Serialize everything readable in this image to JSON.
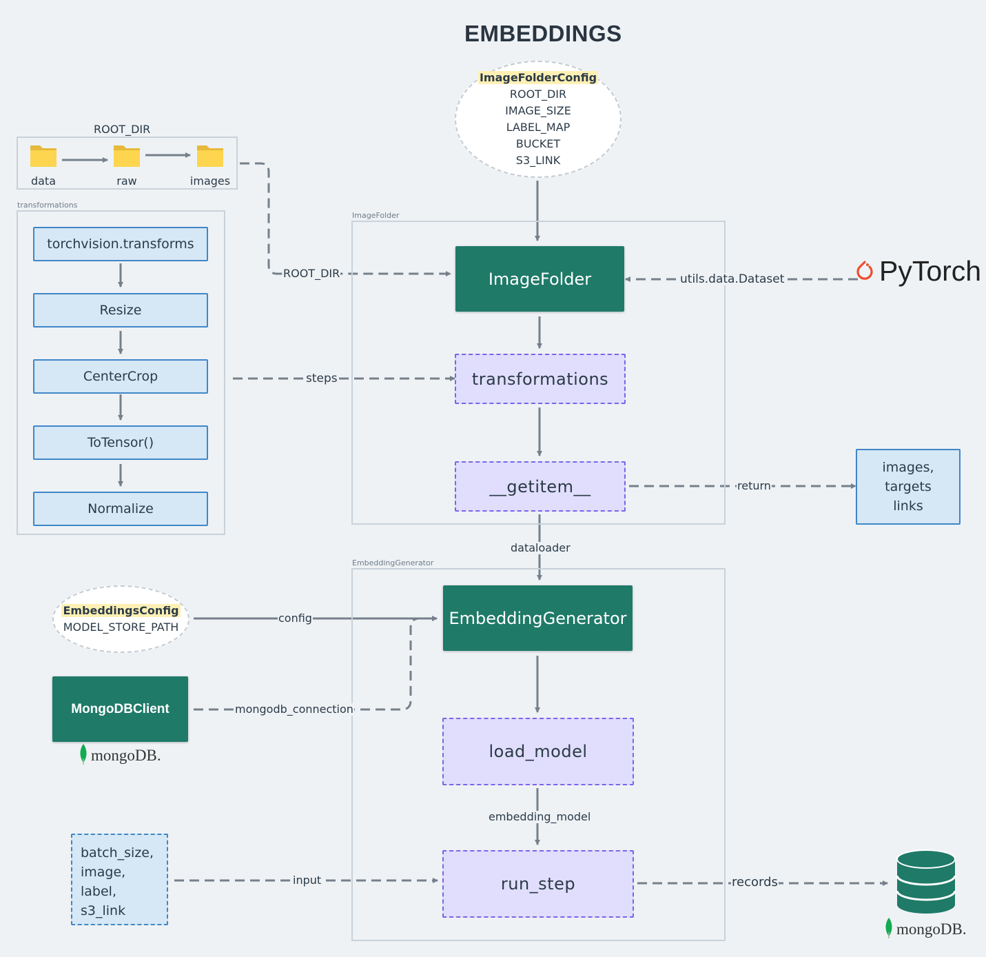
{
  "title": "EMBEDDINGS",
  "root_dir_group": {
    "label": "ROOT_DIR",
    "folders": [
      "data",
      "raw",
      "images"
    ]
  },
  "transformations_group": {
    "label": "transformations",
    "steps": [
      "torchvision.transforms",
      "Resize",
      "CenterCrop",
      "ToTensor()",
      "Normalize"
    ]
  },
  "image_folder_config": {
    "title": "ImageFolderConfig",
    "fields": [
      "ROOT_DIR",
      "IMAGE_SIZE",
      "LABEL_MAP",
      "BUCKET",
      "S3_LINK"
    ]
  },
  "image_folder_group": {
    "label": "ImageFolder",
    "main": "ImageFolder",
    "transform": "transformations",
    "getitem": "__getitem__"
  },
  "pytorch": {
    "logo_text": "PyTorch",
    "logo_color": "#ee4c2c"
  },
  "returns_box": [
    "images,",
    "targets",
    "links"
  ],
  "embedding_group": {
    "label": "EmbeddingGenerator",
    "main": "EmbeddingGenerator",
    "load_model": "load_model",
    "run_step": "run_step"
  },
  "embeddings_config": {
    "title": "EmbeddingsConfig",
    "fields": [
      "MODEL_STORE_PATH"
    ]
  },
  "mongo_client": {
    "label": "MongoDBClient",
    "logo_text": "mongoDB."
  },
  "input_box": [
    "batch_size,",
    "image,",
    "label,",
    "s3_link"
  ],
  "database": {
    "logo_text": "mongoDB."
  },
  "edges": {
    "root_dir": "ROOT_DIR",
    "dataset": "utils.data.Dataset",
    "steps": "steps",
    "return": "return",
    "dataloader": "dataloader",
    "config": "config",
    "mongodb_connection": "mongodb_connection",
    "embedding_model": "embedding_model",
    "input": "input",
    "records": "records"
  },
  "colors": {
    "green": "#1f7a68",
    "purple_fill": "#e0defc",
    "purple_border": "#7b63e8",
    "blue_fill": "#d6e7f5",
    "blue_border": "#3f86c8",
    "arrow": "#75808b",
    "highlight": "#fdf0b3",
    "mongo_green": "#13aa52"
  }
}
